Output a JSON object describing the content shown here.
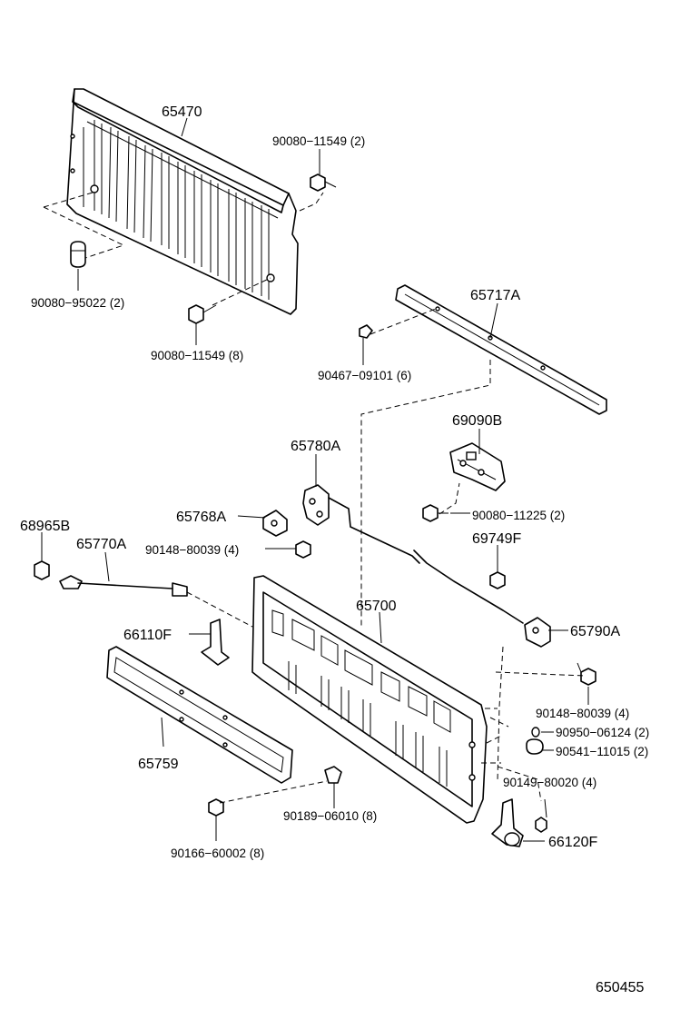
{
  "diagram_id": "650455",
  "labels": {
    "p65470": "65470",
    "p90080_11549_2": "90080−11549 (2)",
    "p90080_95022": "90080−95022 (2)",
    "p90080_11549_8": "90080−11549 (8)",
    "p65717A": "65717A",
    "p90467_09101": "90467−09101 (6)",
    "p69090B": "69090B",
    "p65780A": "65780A",
    "p90080_11225": "90080−11225 (2)",
    "p65768A": "65768A",
    "p68965B": "68965B",
    "p65770A": "65770A",
    "p90148_80039_a": "90148−80039 (4)",
    "p69749F": "69749F",
    "p65700": "65700",
    "p65790A": "65790A",
    "p66110F": "66110F",
    "p90148_80039_b": "90148−80039 (4)",
    "p90950_06124": "90950−06124 (2)",
    "p90541_11015": "90541−11015 (2)",
    "p65759": "65759",
    "p90149_80020": "90149−80020 (4)",
    "p90189_06010": "90189−06010 (8)",
    "p66120F": "66120F",
    "p90166_60002": "90166−60002 (8)"
  }
}
